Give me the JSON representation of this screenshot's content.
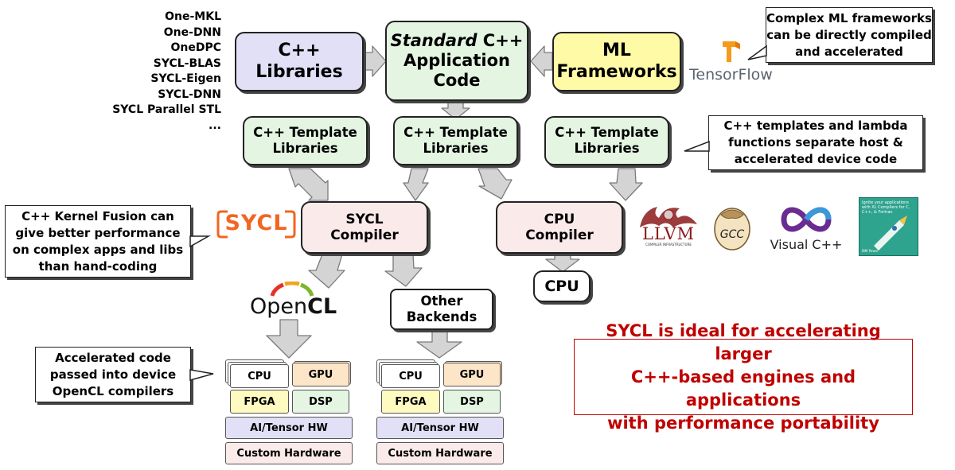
{
  "libraries_list": [
    "One-MKL",
    "One-DNN",
    "OneDPC",
    "SYCL-BLAS",
    "SYCL-Eigen",
    "SYCL-DNN",
    "SYCL Parallel STL",
    "..."
  ],
  "top": {
    "cpp_libraries": [
      "C++",
      "Libraries"
    ],
    "app_code_italic": "Standard",
    "app_code_rest": " C++",
    "app_code_lines": [
      "Application",
      "Code"
    ],
    "ml_frameworks": [
      "ML",
      "Frameworks"
    ]
  },
  "logos": {
    "tensorflow": "TensorFlow",
    "sycl": "SYCL",
    "opencl_open": "Open",
    "opencl_cl": "CL",
    "llvm": "LLVM",
    "llvm_sub": "COMPILER INFRASTRUCTURE",
    "gcc": "GCC",
    "visualcpp": "Visual C++",
    "xl_text": "Ignite your applications with XL Compilers for C, C++, & Fortran",
    "xl_bottom": "IBM Power"
  },
  "template_libraries": [
    "C++ Template",
    "Libraries"
  ],
  "compilers": {
    "sycl": [
      "SYCL",
      "Compiler"
    ],
    "cpu": [
      "CPU",
      "Compiler"
    ]
  },
  "cpu_target": "CPU",
  "other_backends": [
    "Other",
    "Backends"
  ],
  "hardware": {
    "cpu": "CPU",
    "gpu": "GPU",
    "fpga": "FPGA",
    "dsp": "DSP",
    "ai": "AI/Tensor HW",
    "custom": "Custom Hardware"
  },
  "callouts": {
    "ml": [
      "Complex ML frameworks",
      "can be directly compiled",
      "and accelerated"
    ],
    "templates": [
      "C++ templates and lambda",
      "functions separate host &",
      "accelerated device code"
    ],
    "fusion": [
      "C++ Kernel Fusion can",
      "give better performance",
      "on complex apps and libs",
      "than hand-coding"
    ],
    "accelerated": [
      "Accelerated code",
      "passed into device",
      "OpenCL compilers"
    ]
  },
  "conclusion": [
    "SYCL is ideal for accelerating larger",
    "C++-based engines and applications",
    "with performance portability"
  ],
  "colors": {
    "arrow_fill": "#d4d4d4",
    "arrow_stroke": "#7a7a7a",
    "conclusion_red": "#c00000",
    "tensorflow_orange": "#f59a1a",
    "sycl_orange": "#f26522",
    "llvm_red": "#8b1a1a",
    "visualcpp_purple": "#6a2c91"
  }
}
